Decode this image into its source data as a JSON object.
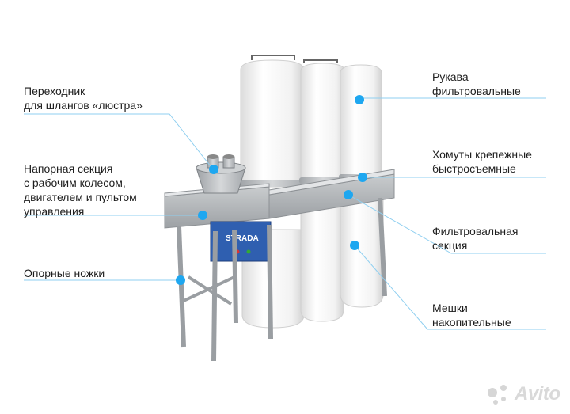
{
  "labels": {
    "adapter": [
      "Переходник",
      "для шлангов «люстра»"
    ],
    "pressure_section": [
      "Напорная секция",
      "с рабочим колесом,",
      "двигателем и пультом",
      "управления"
    ],
    "legs": [
      "Опорные ножки"
    ],
    "sleeves": [
      "Рукава",
      "фильтровальные"
    ],
    "clamps": [
      "Хомуты крепежные",
      "быстросъемные"
    ],
    "filter_section": [
      "Фильтровальная",
      "секция"
    ],
    "bags": [
      "Мешки",
      "накопительные"
    ]
  },
  "brand_plate": "STRADA",
  "watermark": "Avito",
  "colors": {
    "accent_dot": "#1ea7f0",
    "line": "#8fcff0",
    "frame": "#b9bcc0",
    "panel": "#2f5fb0",
    "fabric": "#f3f3f3"
  }
}
